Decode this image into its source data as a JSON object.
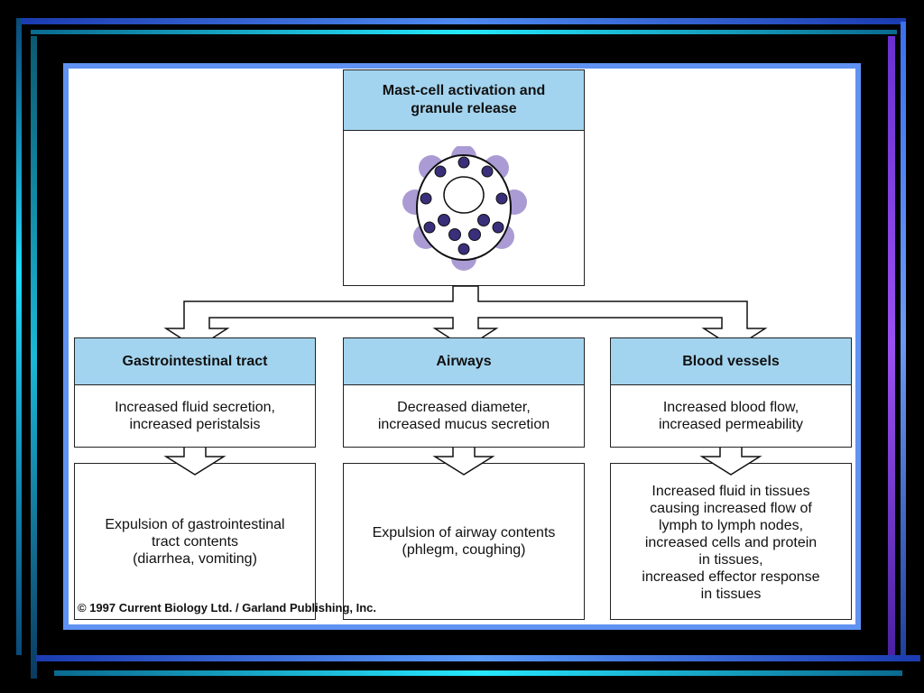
{
  "diagram": {
    "top": {
      "title_line1": "Mast-cell activation and",
      "title_line2": "granule release"
    },
    "columns": [
      {
        "header": "Gastrointestinal tract",
        "effect_line1": "Increased fluid secretion,",
        "effect_line2": "increased peristalsis",
        "result_lines": [
          "Expulsion of gastrointestinal",
          "tract contents",
          "(diarrhea, vomiting)"
        ]
      },
      {
        "header": "Airways",
        "effect_line1": "Decreased diameter,",
        "effect_line2": "increased mucus secretion",
        "result_lines": [
          "Expulsion of airway contents",
          "(phlegm, coughing)"
        ]
      },
      {
        "header": "Blood vessels",
        "effect_line1": "Increased blood flow,",
        "effect_line2": "increased permeability",
        "result_lines": [
          "Increased fluid in tissues",
          "causing increased flow of",
          "lymph to lymph nodes,",
          "increased cells and protein",
          "in tissues,",
          "increased effector response",
          "in tissues"
        ]
      }
    ],
    "copyright": "© 1997 Current Biology Ltd. / Garland Publishing, Inc."
  },
  "colors": {
    "header_fill": "#a3d4ef",
    "granule": "#3a2f7a",
    "granule_halo": "#8f7ac6",
    "frame_blue": "#5f92f2",
    "stripe_cyan": "#18d8f0"
  }
}
